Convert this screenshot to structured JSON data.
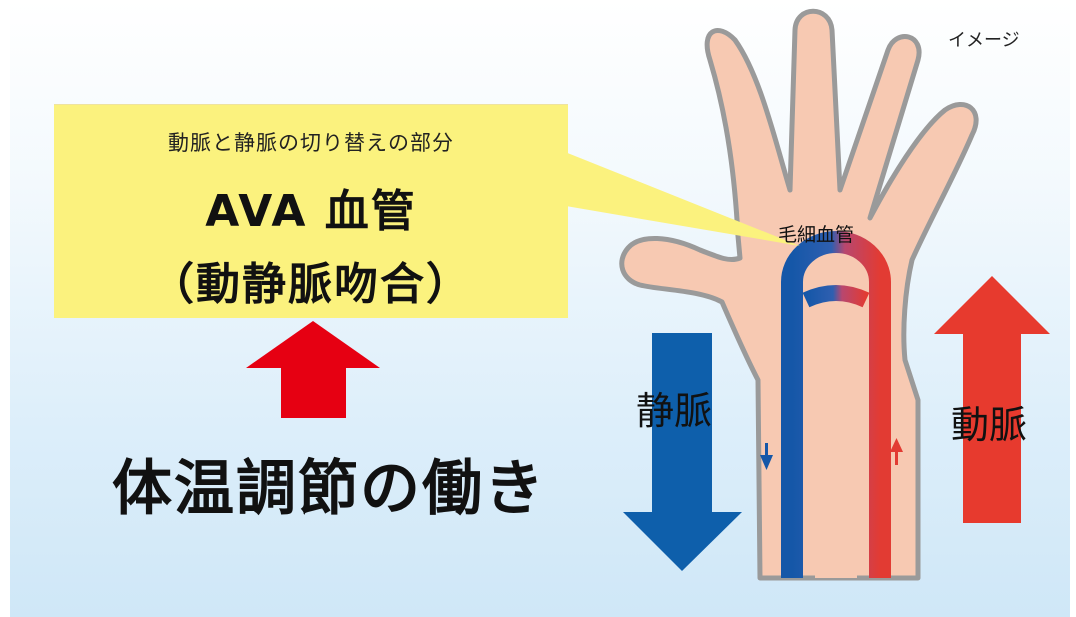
{
  "image_note": "イメージ",
  "callout": {
    "subtitle": "動脈と静脈の切り替えの部分",
    "title": "AVA 血管",
    "paren_title": "（動静脈吻合）"
  },
  "main_label": "体温調節の働き",
  "hand": {
    "capillary_label": "毛細血管",
    "vein_label": "静脈",
    "artery_label": "動脈"
  },
  "colors": {
    "callout_bg": "#fbf27e",
    "up_arrow": "#e60012",
    "vein_blue": "#0e5fab",
    "artery_red": "#e73a2e",
    "skin": "#f7c9b2",
    "skin_outline": "#9a9a9a"
  }
}
